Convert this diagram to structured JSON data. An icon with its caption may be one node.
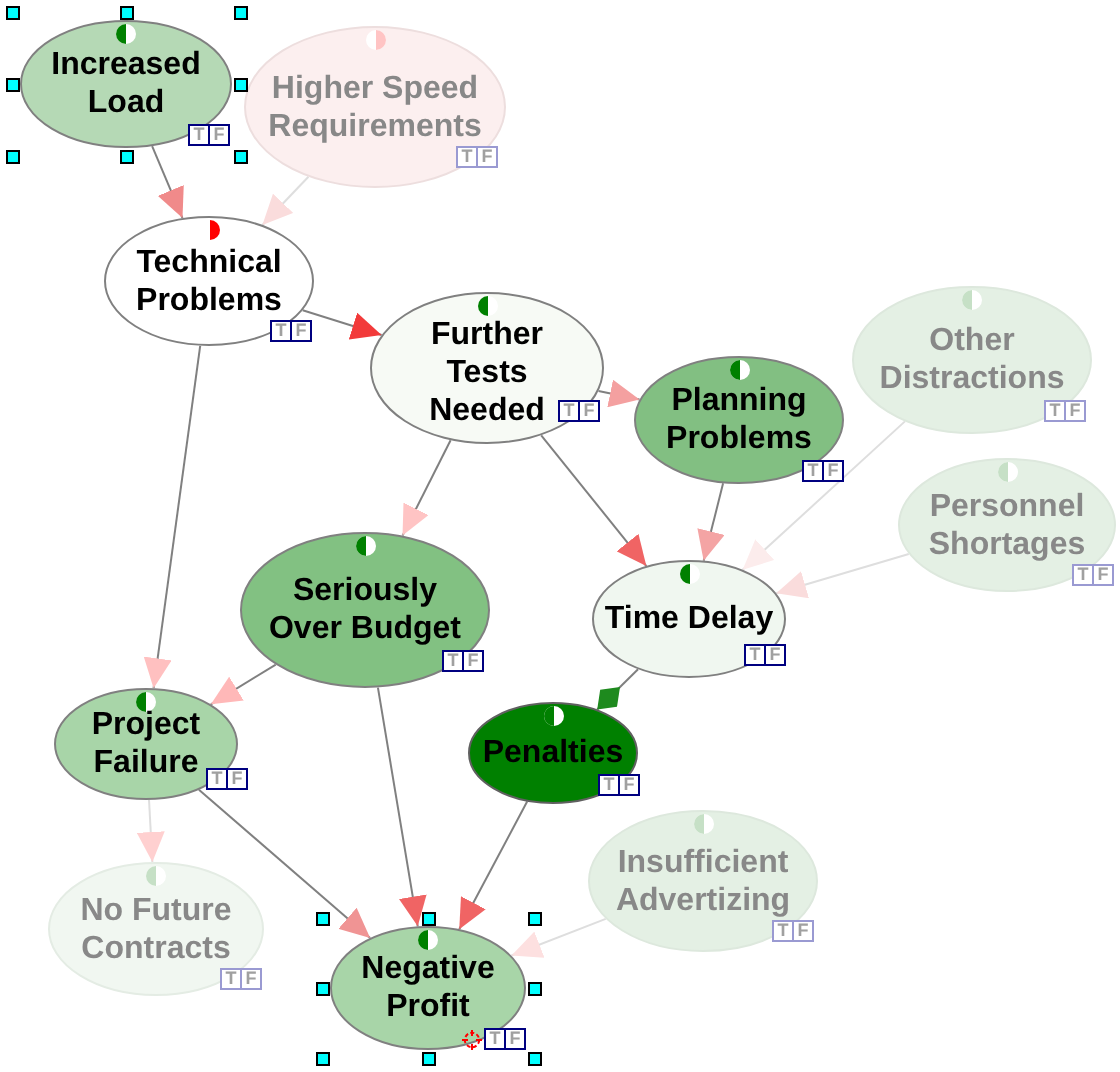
{
  "diagram": {
    "nodes": [
      {
        "text": [
          "Increased Load",
          "T",
          "F"
        ]
      },
      {
        "text": [
          "Higher Speed Requirements",
          "T",
          "F"
        ]
      },
      {
        "text": [
          "Technical Problems",
          "T",
          "F"
        ]
      },
      {
        "text": [
          "Further Tests Needed",
          "T",
          "F"
        ]
      },
      {
        "text": [
          "Other Distractions",
          "T",
          "F"
        ]
      },
      {
        "text": [
          "Planning Problems",
          "T",
          "F"
        ]
      },
      {
        "text": [
          "Personnel Shortages",
          "T",
          "F"
        ]
      },
      {
        "text": [
          "Seriously Over Budget",
          "T",
          "F"
        ]
      },
      {
        "text": [
          "Time Delay",
          "T",
          "F"
        ]
      },
      {
        "text": [
          "Project Failure",
          "T",
          "F"
        ]
      },
      {
        "text": [
          "Penalties",
          "T",
          "F"
        ]
      },
      {
        "text": [
          "No Future Contracts",
          "T",
          "F"
        ]
      },
      {
        "text": [
          "Insufficient Advertizing",
          "T",
          "F"
        ]
      },
      {
        "text": [
          "Negative Profit",
          "T",
          "F"
        ]
      }
    ],
    "edges": [
      {
        "from": 0,
        "to": 2,
        "arrow": "to"
      },
      {
        "from": 1,
        "to": 2,
        "arrow": "to",
        "color": "#dedede"
      },
      {
        "from": 2,
        "to": 3,
        "arrow": "to"
      },
      {
        "from": 2,
        "to": 9,
        "arrow": "to"
      },
      {
        "from": 3,
        "to": 7,
        "arrow": "to"
      },
      {
        "from": 3,
        "to": 5,
        "arrow": "to"
      },
      {
        "from": 3,
        "to": 8,
        "arrow": "to"
      },
      {
        "from": 5,
        "to": 8,
        "arrow": "to"
      },
      {
        "from": 4,
        "to": 8,
        "arrow": "to",
        "color": "#dedede"
      },
      {
        "from": 6,
        "to": 8,
        "arrow": "to",
        "color": "#dedede"
      },
      {
        "from": 7,
        "to": 9,
        "arrow": "to"
      },
      {
        "from": 7,
        "to": 13,
        "arrow": "to"
      },
      {
        "from": 8,
        "to": 10,
        "arrow": "other"
      },
      {
        "from": 9,
        "to": 11,
        "arrow": "to",
        "color": "#dedede"
      },
      {
        "from": 9,
        "to": 13,
        "arrow": "to"
      },
      {
        "from": 10,
        "to": 13,
        "arrow": "to"
      },
      {
        "from": 12,
        "to": 13,
        "arrow": "to",
        "color": "#dedede"
      }
    ]
  }
}
